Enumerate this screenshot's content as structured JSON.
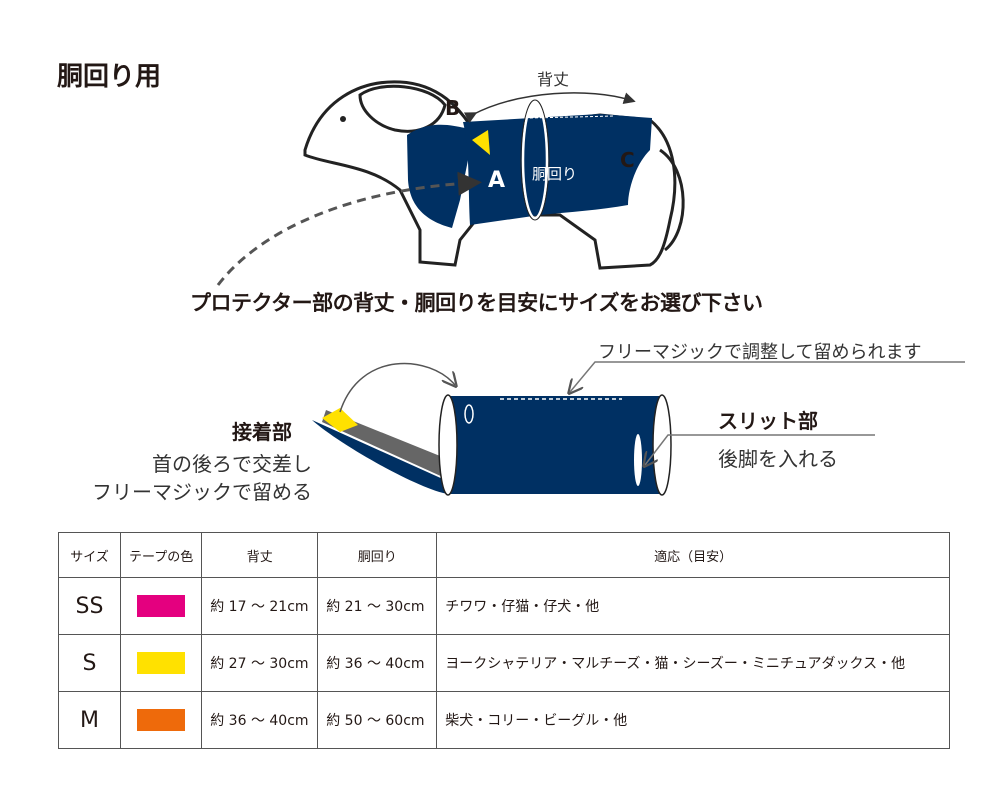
{
  "title": "胴回り用",
  "dog_diagram": {
    "back_length": "背丈",
    "girth": "胴回り",
    "point_a": "A",
    "point_b": "B",
    "point_c": "C"
  },
  "headline": "プロテクター部の背丈・胴回りを目安にサイズをお選び下さい",
  "product_diagram": {
    "free_magic_note": "フリーマジックで調整して留められます",
    "adhesive_title": "接着部",
    "adhesive_line1": "首の後ろで交差し",
    "adhesive_line2": "フリーマジックで留める",
    "slit_title": "スリット部",
    "slit_desc": "後脚を入れる"
  },
  "colors": {
    "navy": "#003063",
    "yellow": "#ffe100",
    "pink": "#e4007f",
    "orange": "#ee6a0b"
  },
  "table": {
    "headers": [
      "サイズ",
      "テープの色",
      "背丈",
      "胴回り",
      "適応（目安）"
    ],
    "rows": [
      {
        "size": "SS",
        "tape_color": "#e4007f",
        "back": "約 17 ～ 21cm",
        "girth": "約 21 ～ 30cm",
        "fit": "チワワ・仔猫・仔犬・他"
      },
      {
        "size": "S",
        "tape_color": "#ffe100",
        "back": "約 27 ～ 30cm",
        "girth": "約 36 ～ 40cm",
        "fit": "ヨークシャテリア・マルチーズ・猫・シーズー・ミニチュアダックス・他"
      },
      {
        "size": "M",
        "tape_color": "#ee6a0b",
        "back": "約 36 ～ 40cm",
        "girth": "約 50 ～ 60cm",
        "fit": "柴犬・コリー・ビーグル・他"
      }
    ]
  }
}
